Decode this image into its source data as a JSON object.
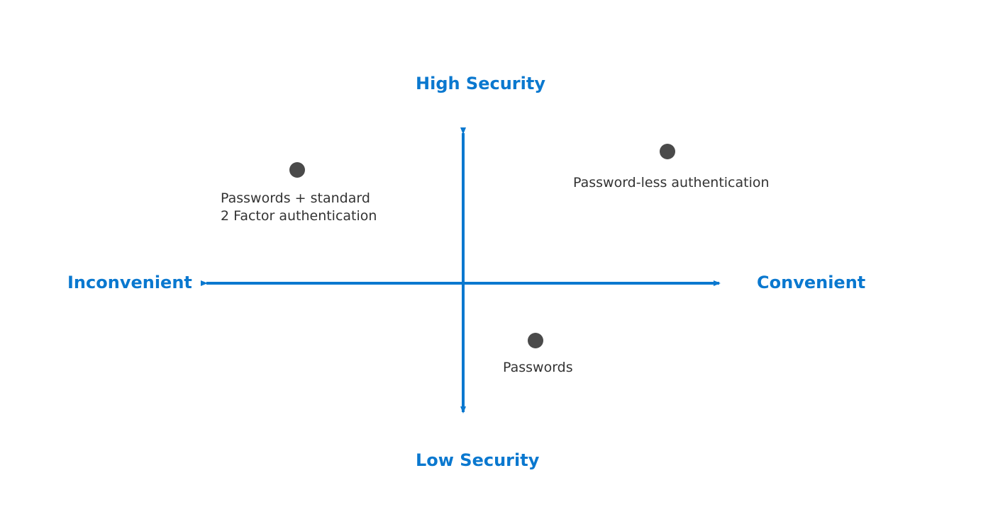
{
  "diagram": {
    "axes": {
      "top": "High Security",
      "bottom": "Low Security",
      "left": "Inconvenient",
      "right": "Convenient"
    },
    "points": [
      {
        "label_lines": [
          "Passwords + standard",
          "2 Factor authentication"
        ]
      },
      {
        "label_lines": [
          "Password-less authentication"
        ]
      },
      {
        "label_lines": [
          "Passwords"
        ]
      }
    ]
  },
  "colors": {
    "axis": "#0A78CF",
    "dot": "#4a4a4a",
    "text": "#333333"
  }
}
